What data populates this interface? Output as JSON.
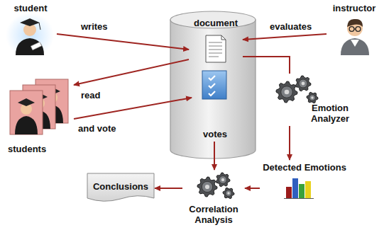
{
  "diagram": {
    "nodes": [
      {
        "text": [
          "student"
        ]
      },
      {
        "text": [
          "instructor"
        ]
      },
      {
        "text": [
          "document"
        ]
      },
      {
        "text": [
          "students"
        ]
      },
      {
        "text": [
          "votes"
        ]
      },
      {
        "text": [
          "Emotion Analyzer"
        ]
      },
      {
        "text": [
          "Detected Emotions"
        ]
      },
      {
        "text": [
          "Correlation Analysis"
        ]
      },
      {
        "text": [
          "Conclusions"
        ]
      }
    ],
    "edges": [
      {
        "from": 0,
        "to": 2,
        "label": "writes",
        "arrow": "to"
      },
      {
        "from": 1,
        "to": 2,
        "label": "evaluates",
        "arrow": "to"
      },
      {
        "from": 2,
        "to": 3,
        "label": "read",
        "arrow": "to"
      },
      {
        "from": 3,
        "to": 4,
        "label": "and vote",
        "arrow": "to"
      },
      {
        "from": 2,
        "to": 5,
        "arrow": "none"
      },
      {
        "from": 5,
        "to": 6,
        "arrow": "to"
      },
      {
        "from": 4,
        "to": 7,
        "arrow": "to"
      },
      {
        "from": 6,
        "to": 7,
        "arrow": "to"
      },
      {
        "from": 7,
        "to": 8,
        "arrow": "to"
      }
    ]
  }
}
